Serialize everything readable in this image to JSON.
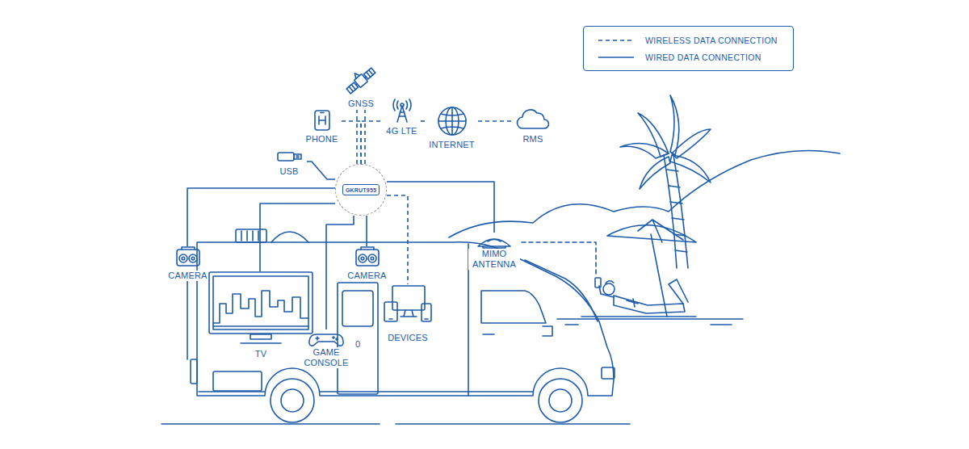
{
  "diagram": {
    "nodes": [
      {
        "text": [
          "GNSS"
        ]
      },
      {
        "text": [
          "PHONE"
        ]
      },
      {
        "text": [
          "4G LTE"
        ]
      },
      {
        "text": [
          "INTERNET"
        ]
      },
      {
        "text": [
          "RMS"
        ]
      },
      {
        "text": [
          "USB"
        ]
      },
      {
        "text": [
          "GKRUT955"
        ]
      },
      {
        "text": [
          "CAMERA"
        ]
      },
      {
        "text": [
          "CAMERA"
        ]
      },
      {
        "text": [
          "MIMO ANTENNA"
        ]
      },
      {
        "text": [
          "TV"
        ]
      },
      {
        "text": [
          "GAME CONSOLE"
        ]
      },
      {
        "text": [
          "DEVICES"
        ]
      }
    ],
    "edges": [
      {
        "from": 6,
        "to": 0,
        "arrow": "none"
      },
      {
        "from": 6,
        "to": 1,
        "arrow": "none"
      },
      {
        "from": 6,
        "to": 2,
        "arrow": "none"
      },
      {
        "from": 2,
        "to": 3,
        "arrow": "none"
      },
      {
        "from": 3,
        "to": 4,
        "arrow": "none"
      },
      {
        "from": 6,
        "to": 5,
        "arrow": "none"
      },
      {
        "from": 6,
        "to": 7,
        "arrow": "none"
      },
      {
        "from": 6,
        "to": 8,
        "arrow": "none"
      },
      {
        "from": 6,
        "to": 9,
        "arrow": "none"
      },
      {
        "from": 6,
        "to": 10,
        "arrow": "none"
      },
      {
        "from": 6,
        "to": 11,
        "arrow": "none"
      },
      {
        "from": 6,
        "to": 12,
        "arrow": "none"
      }
    ],
    "labels": [
      "0"
    ],
    "legend": [
      {
        "text": "WIRELESS DATA CONNECTION"
      },
      {
        "text": "WIRED DATA CONNECTION"
      }
    ]
  }
}
